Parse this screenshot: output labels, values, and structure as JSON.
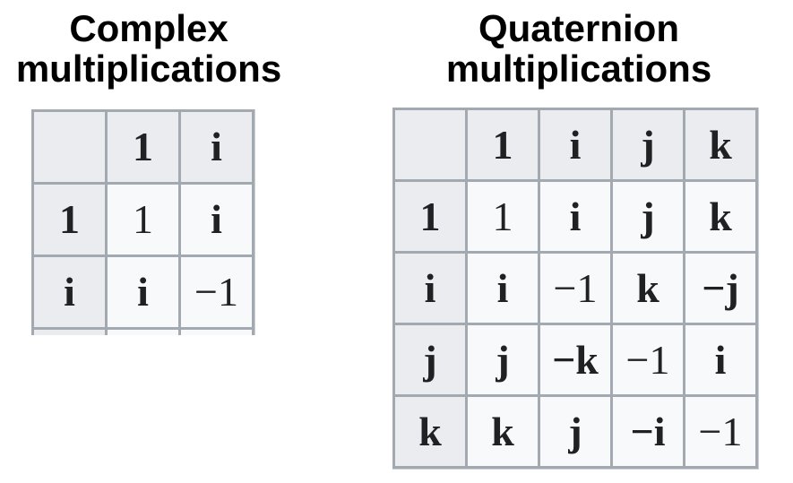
{
  "colors": {
    "border": "#a2a9b1",
    "header_cell_bg": "#eaecf0",
    "body_cell_bg": "#f8f9fa",
    "cell_text": "#202122",
    "title_text": "#000000",
    "background": "#ffffff"
  },
  "tables": [
    {
      "id": "complex",
      "title": "Complex multiplications",
      "col_headers": [
        "",
        "1",
        "i"
      ],
      "rows": [
        {
          "header": "1",
          "cells": [
            "1",
            "i"
          ]
        },
        {
          "header": "i",
          "cells": [
            "i",
            "−1"
          ]
        }
      ]
    },
    {
      "id": "quaternion",
      "title": "Quaternion multiplications",
      "col_headers": [
        "",
        "1",
        "i",
        "j",
        "k"
      ],
      "rows": [
        {
          "header": "1",
          "cells": [
            "1",
            "i",
            "j",
            "k"
          ]
        },
        {
          "header": "i",
          "cells": [
            "i",
            "−1",
            "k",
            "−j"
          ]
        },
        {
          "header": "j",
          "cells": [
            "j",
            "−k",
            "−1",
            "i"
          ]
        },
        {
          "header": "k",
          "cells": [
            "k",
            "j",
            "−i",
            "−1"
          ]
        }
      ]
    }
  ]
}
